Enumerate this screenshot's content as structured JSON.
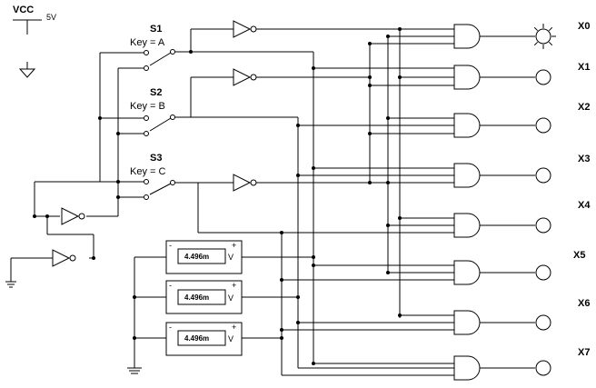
{
  "supply": {
    "label": "VCC",
    "value": "5V"
  },
  "switches": [
    {
      "name": "S1",
      "key": "Key = A"
    },
    {
      "name": "S2",
      "key": "Key = B"
    },
    {
      "name": "S3",
      "key": "Key = C"
    }
  ],
  "outputs": [
    "X0",
    "X1",
    "X2",
    "X3",
    "X4",
    "X5",
    "X6",
    "X7"
  ],
  "outputs_lit": [
    true,
    false,
    false,
    false,
    false,
    false,
    false,
    false
  ],
  "voltmeters": [
    {
      "reading": "4.496m",
      "unit": "V",
      "neg": "-",
      "pos": "+"
    },
    {
      "reading": "4.496m",
      "unit": "V",
      "neg": "-",
      "pos": "+"
    },
    {
      "reading": "4.496m",
      "unit": "V",
      "neg": "-",
      "pos": "+"
    }
  ]
}
